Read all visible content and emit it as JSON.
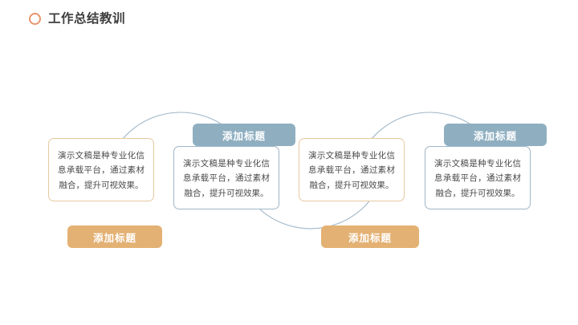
{
  "header": {
    "title": "工作总结教训",
    "marker_icon": "circle-outline-icon",
    "marker_color": "#e8956d"
  },
  "theme": {
    "orange": "#e3b173",
    "orange_border": "#e6c9a0",
    "blue": "#8fafc1",
    "blue_border": "#9fb7c9",
    "connector_line": "#9fb7c9",
    "text": "#4a4a4a",
    "title_text": "#3d3d3d"
  },
  "items": [
    {
      "title": "添加标题",
      "body": "演示文稿是种专业化信息承载平台，通过素材融合，提升可视效果。",
      "color": "orange",
      "title_position": "below"
    },
    {
      "title": "添加标题",
      "body": "演示文稿是种专业化信息承载平台，通过素材融合，提升可视效果。",
      "color": "blue",
      "title_position": "above"
    },
    {
      "title": "添加标题",
      "body": "演示文稿是种专业化信息承载平台，通过素材融合，提升可视效果。",
      "color": "orange",
      "title_position": "below"
    },
    {
      "title": "添加标题",
      "body": "演示文稿是种专业化信息承载平台，通过素材融合，提升可视效果。",
      "color": "blue",
      "title_position": "above"
    }
  ]
}
